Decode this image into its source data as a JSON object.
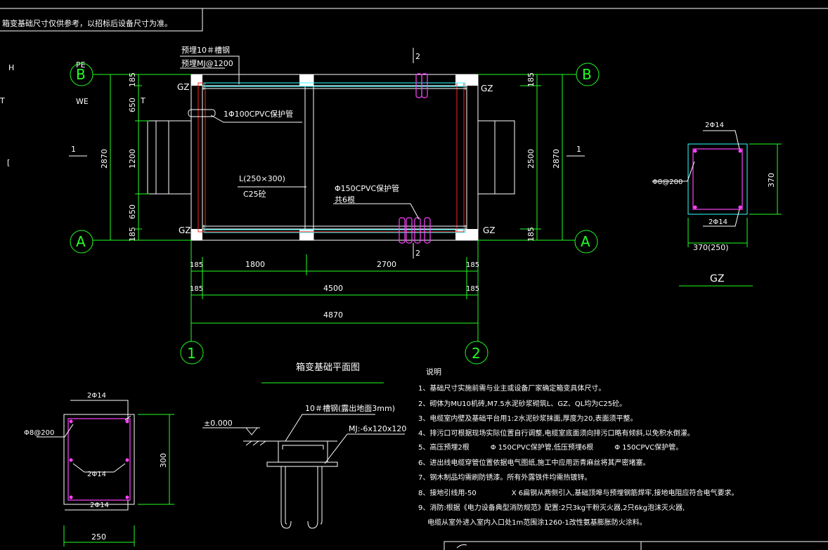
{
  "top_note": "箱变基础尺寸仅供参考，以招标后设备尺寸为准。",
  "plan": {
    "callout_channel_1": "预埋10＃槽钢",
    "callout_channel_2": "预埋MJ@1200",
    "callout_pipe100": "1Φ100CPVC保护管",
    "callout_beam_1": "L(250×300)",
    "callout_beam_2": "C25砼",
    "callout_pipe150_1": "Φ150CPVC保护管",
    "callout_pipe150_2": "共6根",
    "gz_labels": [
      "GZ",
      "GZ",
      "GZ",
      "GZ"
    ],
    "axis_labels": [
      "B",
      "B",
      "A",
      "A",
      "1",
      "2"
    ],
    "section_marks": [
      "2",
      "2",
      "1",
      "1"
    ],
    "left_stray": [
      "H",
      "PE",
      "T",
      "WE",
      "T",
      "["
    ],
    "dims_left": [
      "185",
      "650",
      "1200",
      "650",
      "185"
    ],
    "dim_left_total": "2870",
    "dims_right": [
      "185",
      "185"
    ],
    "dim_right_inner": "2500",
    "dim_right_total": "2870",
    "dims_bottom_row1": [
      "185",
      "1800",
      "2700",
      "185"
    ],
    "dims_bottom_row2": [
      "185",
      "4500",
      "185"
    ],
    "dim_bottom_total": "4870"
  },
  "gz_section": {
    "top_bar": "2Φ14",
    "bottom_bar": "2Φ14",
    "stirrup": "Φ8@200",
    "height": "370",
    "width": "370(250)",
    "title": "GZ"
  },
  "beam_section": {
    "top_bar": "2Φ14",
    "mid_bar": "2Φ14",
    "bottom_bar": "2Φ14",
    "stirrup": "Φ8@200",
    "height": "300",
    "width": "250"
  },
  "plan_title": "箱变基础平面图",
  "detail": {
    "elevation": "±0.000",
    "callout_channel": "10＃槽钢(露出地面3mm)",
    "callout_plate": "MJ:-6x120x120"
  },
  "notes": {
    "title": "说明",
    "items": [
      "1、基础尺寸实施前需与业主或设备厂家确定箱变具体尺寸。",
      "2、砌体为MU10机砖,M7.5水泥砂浆砌筑L、GZ、QL均为C25砼。",
      "3、电缆室内壁及基础平台用1:2水泥砂浆抹面,厚度为20,表面须平整。",
      "4、排污口可根据现场实际位置自行调整,电缆室底面须向排污口略有倾斜,以免积水倒灌。",
      "5、高压预埋2根　　　Φ 150CPVC保护管,低压预埋6根　　　Φ 150CPVC保护管。",
      "6、进出线电缆穿管位置依据电气图纸,施工中应用沥青麻丝将其严密堵塞。",
      "7、钢木制品均需刷防锈漆。所有外露铁件均需热镀锌。",
      "8、接地引线用-50　　　　　X 6扁钢从两侧引入,基础顶埠与预埋钢筋焊牢,接地电阻应符合电气要求。",
      "9、消防:根据《电力设备典型消防规范》配置:2只3kg干粉灭火器,2只6kg泡沫灭火器,",
      "　 电缆从室外进入室内入口处1m范围涂1260-1改性氨基膨胀防火涂料。"
    ]
  }
}
